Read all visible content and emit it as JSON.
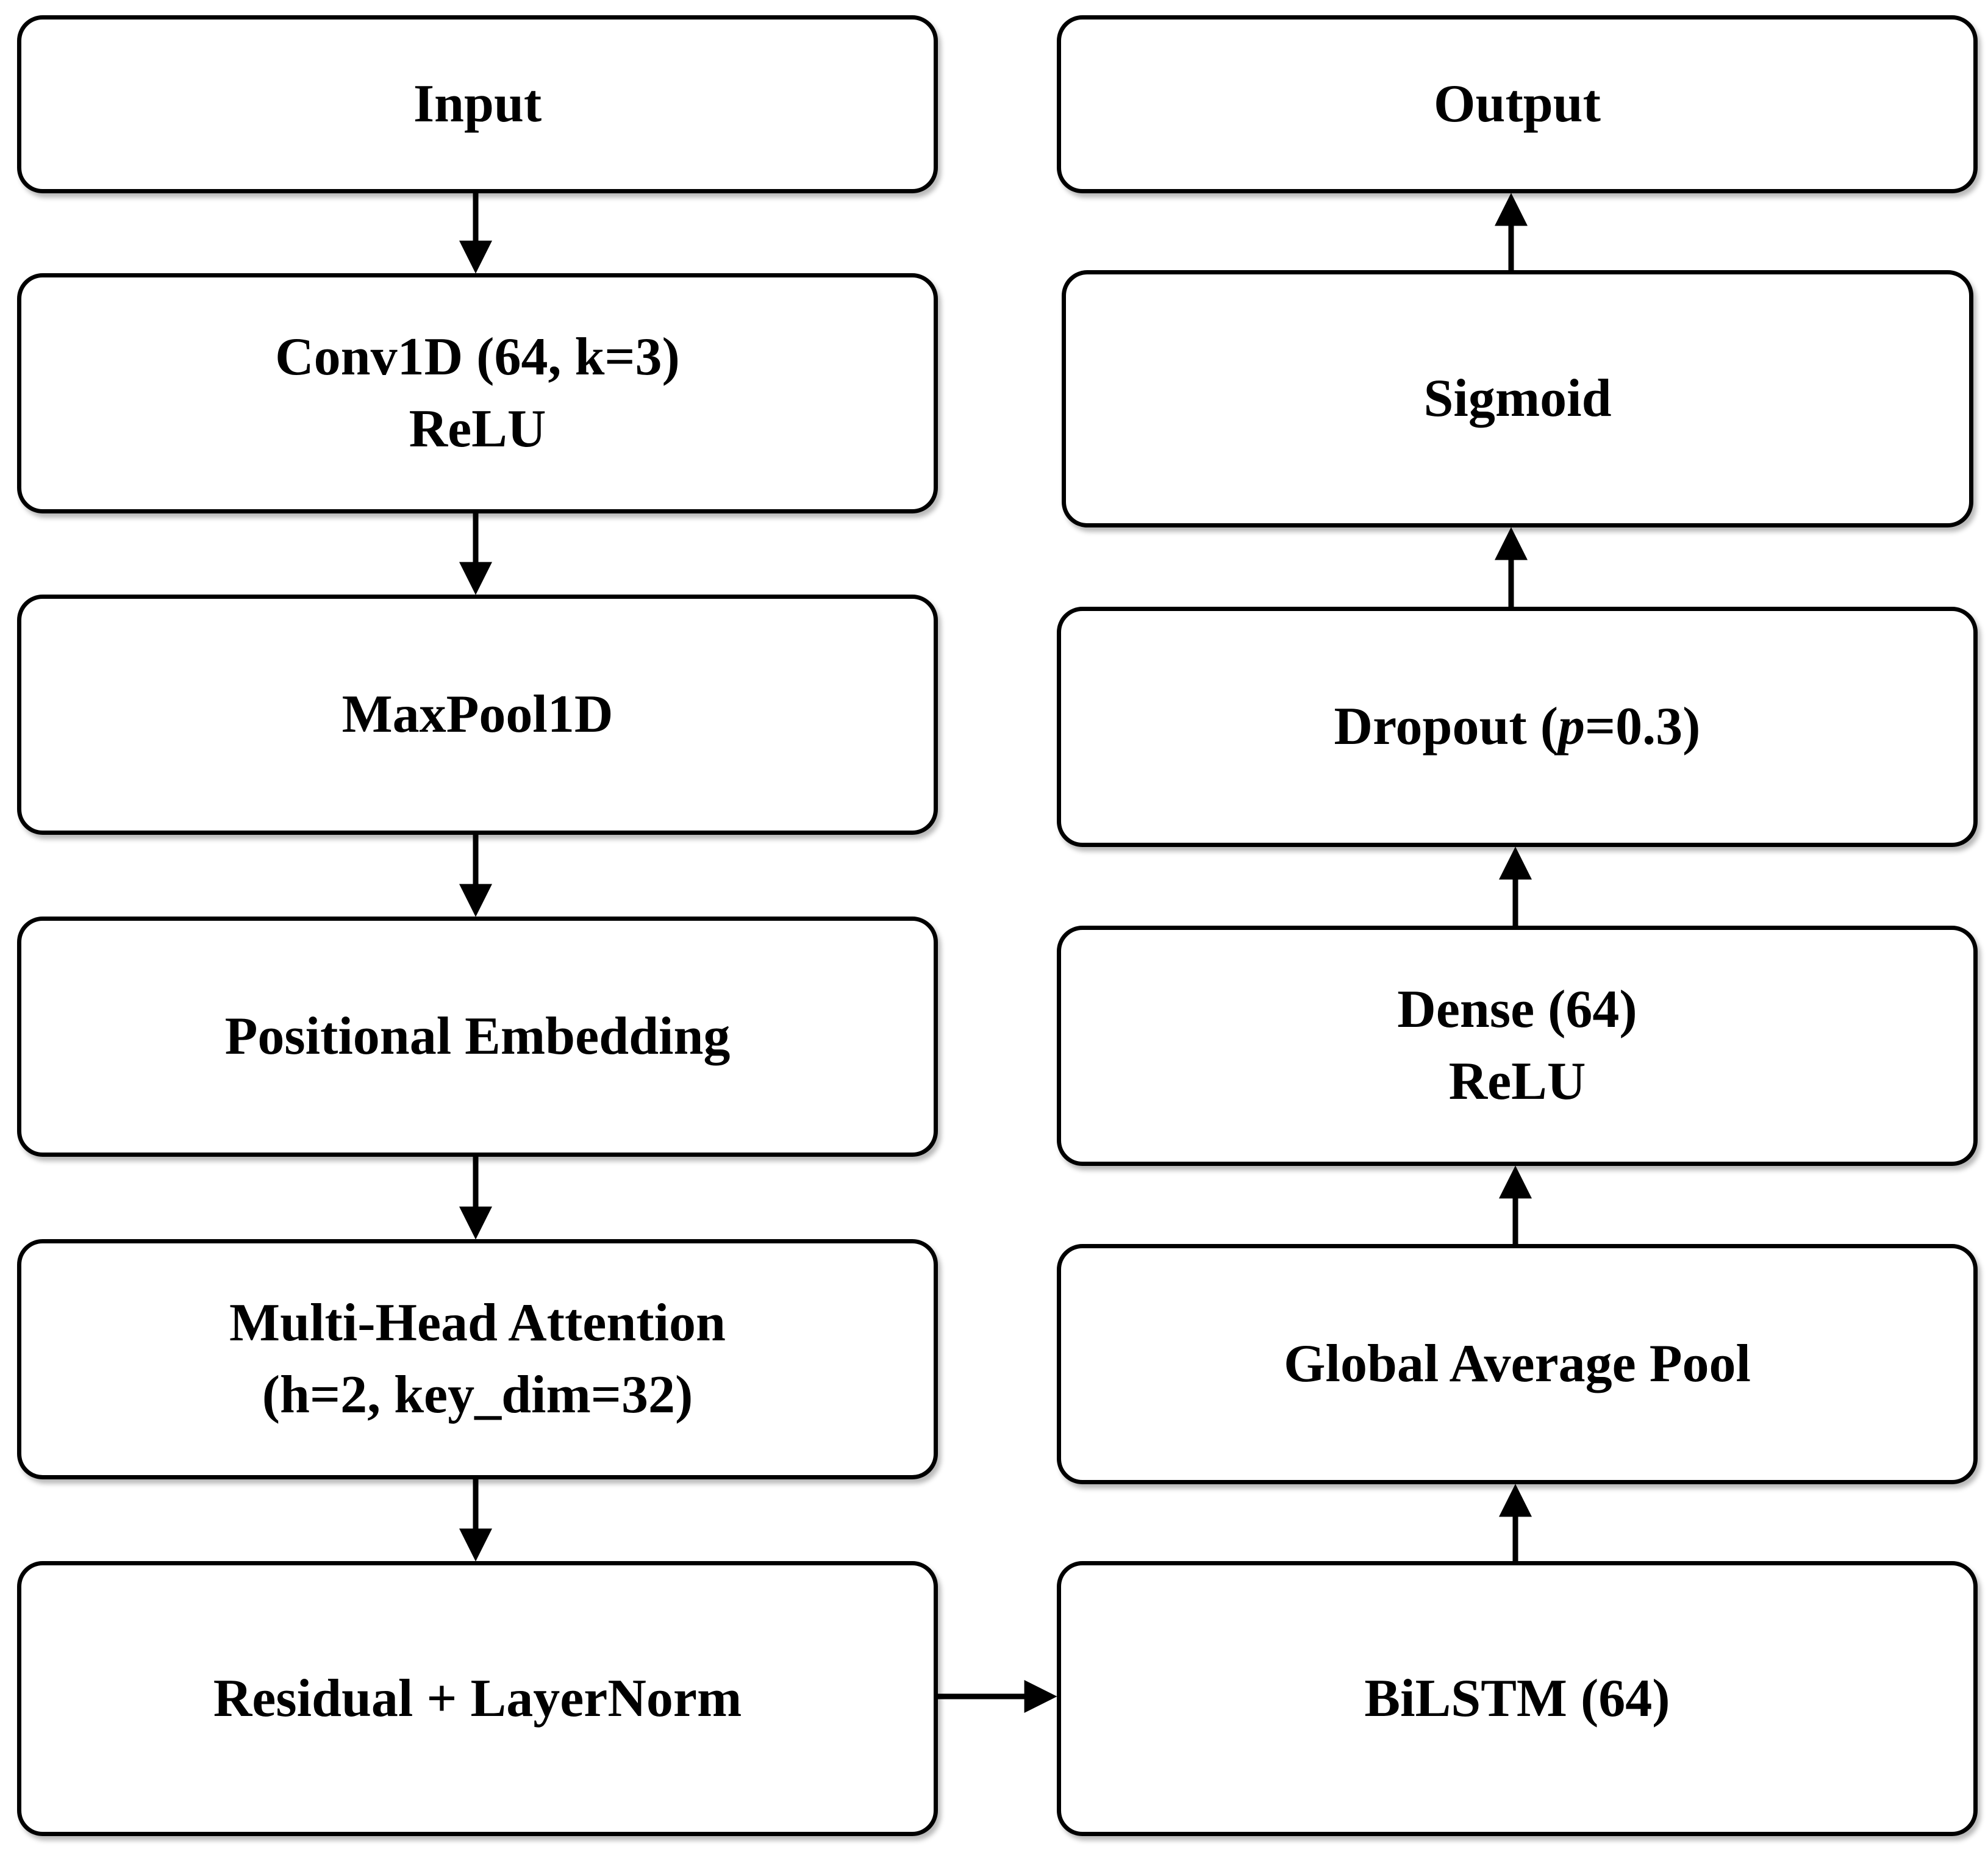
{
  "nodes": {
    "input": {
      "line1": "Input"
    },
    "conv": {
      "line1": "Conv1D (64, k=3)",
      "line2": "ReLU"
    },
    "maxpool": {
      "line1": "MaxPool1D"
    },
    "posemb": {
      "line1": "Positional Embedding"
    },
    "mha": {
      "line1": "Multi-Head Attention",
      "line2": "(h=2, key_dim=32)"
    },
    "residual": {
      "line1": "Residual + LayerNorm"
    },
    "bilstm": {
      "line1": "BiLSTM (64)"
    },
    "gap": {
      "line1": "Global Average Pool"
    },
    "dense": {
      "line1": "Dense (64)",
      "line2": "ReLU"
    },
    "dropout": {
      "prefix": "Dropout (",
      "param": "p",
      "suffix": "=0.3)"
    },
    "sigmoid": {
      "line1": "Sigmoid"
    },
    "output": {
      "line1": "Output"
    }
  },
  "edges": [
    {
      "from": "input",
      "to": "conv"
    },
    {
      "from": "conv",
      "to": "maxpool"
    },
    {
      "from": "maxpool",
      "to": "posemb"
    },
    {
      "from": "posemb",
      "to": "mha"
    },
    {
      "from": "mha",
      "to": "residual"
    },
    {
      "from": "residual",
      "to": "bilstm"
    },
    {
      "from": "bilstm",
      "to": "gap"
    },
    {
      "from": "gap",
      "to": "dense"
    },
    {
      "from": "dense",
      "to": "dropout"
    },
    {
      "from": "dropout",
      "to": "sigmoid"
    },
    {
      "from": "sigmoid",
      "to": "output"
    }
  ]
}
